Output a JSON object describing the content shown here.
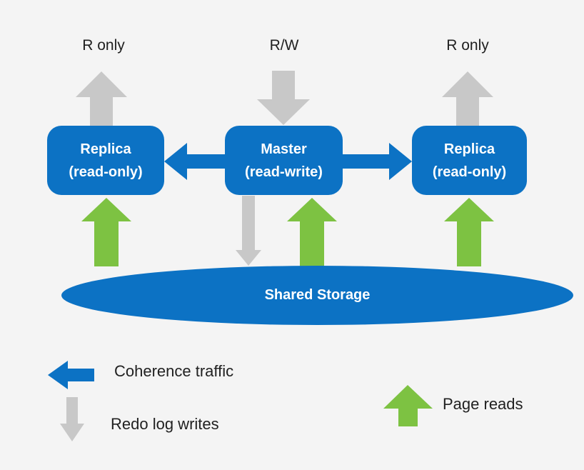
{
  "colors": {
    "blue": "#0c72c4",
    "green": "#7dc242",
    "gray": "#c8c8c8",
    "bg": "#f4f4f4",
    "text": "#212121",
    "white": "#ffffff"
  },
  "top_labels": {
    "left": "R only",
    "middle": "R/W",
    "right": "R only"
  },
  "nodes": {
    "replica_left": {
      "line1": "Replica",
      "line2": "(read-only)"
    },
    "master": {
      "line1": "Master",
      "line2": "(read-write)"
    },
    "replica_right": {
      "line1": "Replica",
      "line2": "(read-only)"
    }
  },
  "storage": {
    "label": "Shared Storage"
  },
  "icons": {
    "gray_up_arrow": "read-only client traffic (up)",
    "gray_down_arrow": "read-write client traffic / redo log writes (down)",
    "blue_left_arrow": "coherence traffic master to left replica",
    "blue_right_arrow": "coherence traffic master to right replica",
    "green_up_arrow": "page reads from shared storage (up)"
  },
  "legend": [
    {
      "icon": "blue-left-arrow-icon",
      "color": "blue",
      "label": "Coherence traffic"
    },
    {
      "icon": "gray-down-arrow-icon",
      "color": "gray",
      "label": "Redo log writes"
    },
    {
      "icon": "green-up-arrow-icon",
      "color": "green",
      "label": "Page reads"
    }
  ]
}
